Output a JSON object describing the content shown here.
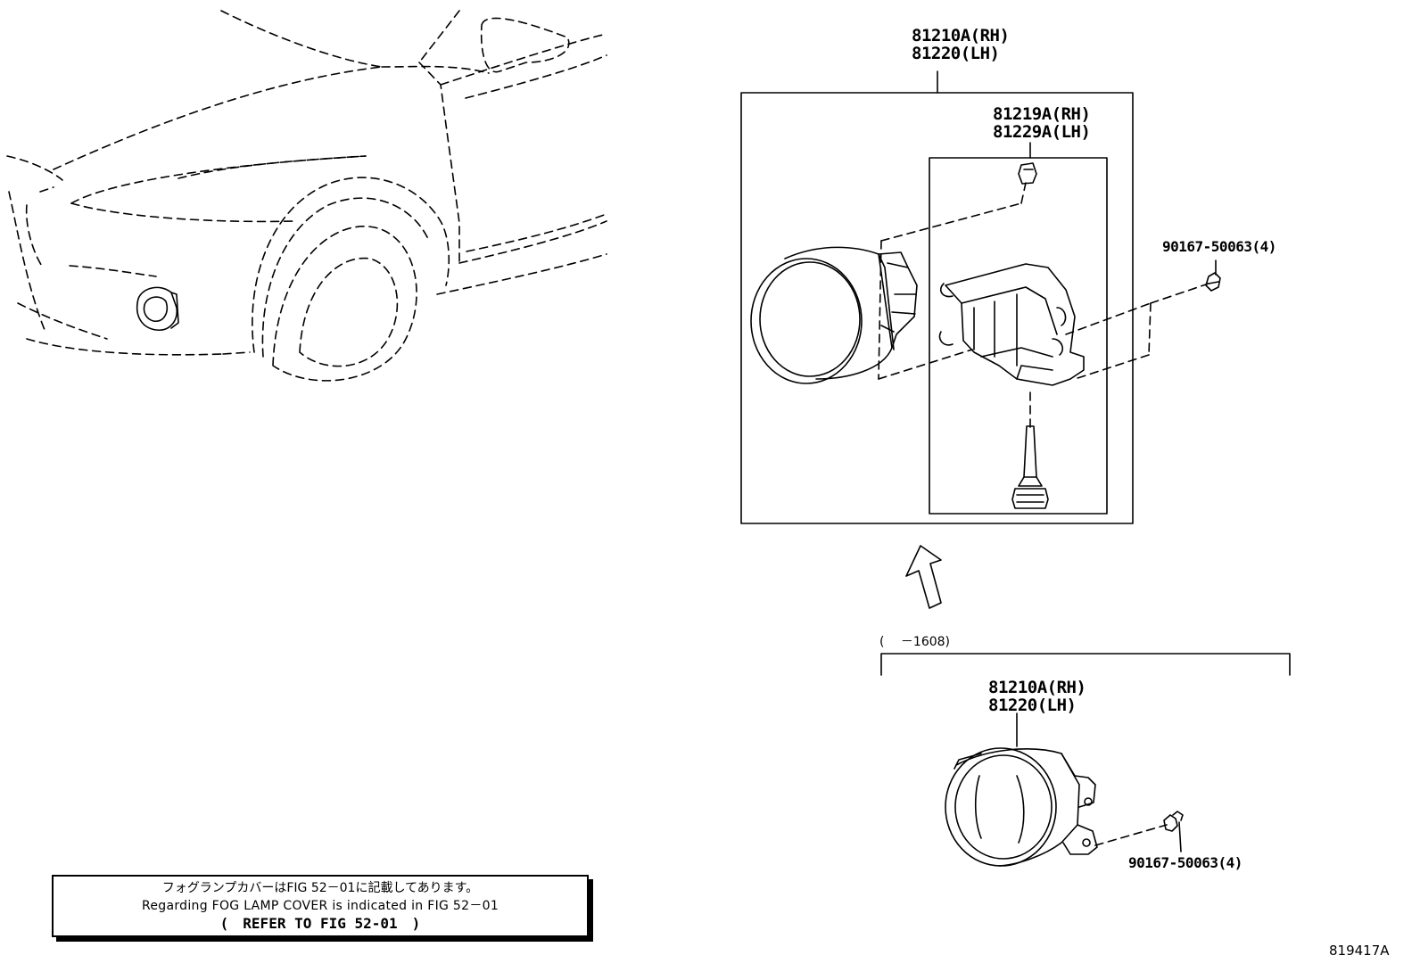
{
  "labels": {
    "assy_rh": "81210A(RH)",
    "assy_lh": "81220(LH)",
    "bracket_rh": "81219A(RH)",
    "bracket_lh": "81229A(LH)",
    "screw_top": "90167-50063(4)",
    "variant_range": "(　 －1608)",
    "alt_assy_rh": "81210A(RH)",
    "alt_assy_lh": "81220(LH)",
    "screw_bottom": "90167-50063(4)"
  },
  "note": {
    "line_jp": "フォグランプカバーはFIG 52－01に記載してあります。",
    "line_en": "Regarding FOG LAMP COVER is indicated in FIG 52－01",
    "line_ref": "(　REFER TO FIG 52-01　)"
  },
  "figure_id": "819417A"
}
